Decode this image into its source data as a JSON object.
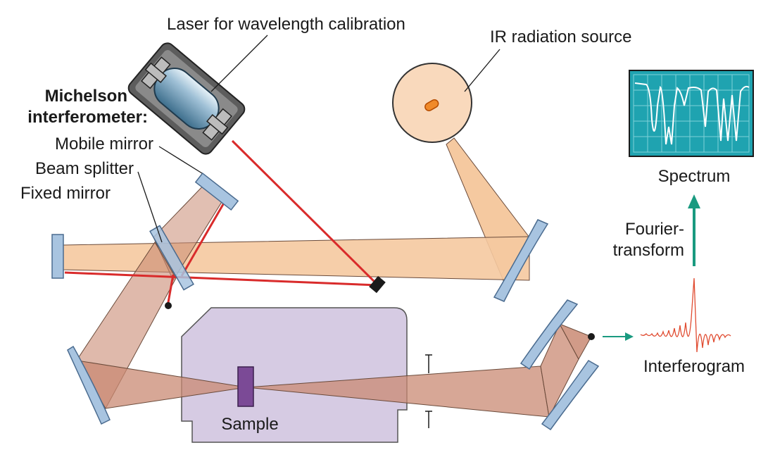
{
  "labels": {
    "laser": "Laser for wavelength calibration",
    "ir_source": "IR radiation source",
    "michelson_line1": "Michelson",
    "michelson_line2": "interferometer:",
    "mobile_mirror": "Mobile mirror",
    "beam_splitter": "Beam splitter",
    "fixed_mirror": "Fixed mirror",
    "spectrum": "Spectrum",
    "fourier_line1": "Fourier-",
    "fourier_line2": "transform",
    "interferogram": "Interferogram",
    "sample": "Sample"
  },
  "colors": {
    "beam_fill": "#f5c9a0",
    "beam_dark": "#c98a73",
    "laser_beam": "#d92b2b",
    "mirror": "#a8c4e0",
    "mirror_edge": "#4a6b8f",
    "sample_chamber": "#d6cbe3",
    "sample": "#7b4a96",
    "screen": "#1fa3b0",
    "arrow": "#1a9a80",
    "source_disc": "#f9d9bc"
  },
  "icons": [
    "laser-tube-icon",
    "ir-source-icon",
    "spectrum-screen-icon",
    "detector-icon"
  ]
}
